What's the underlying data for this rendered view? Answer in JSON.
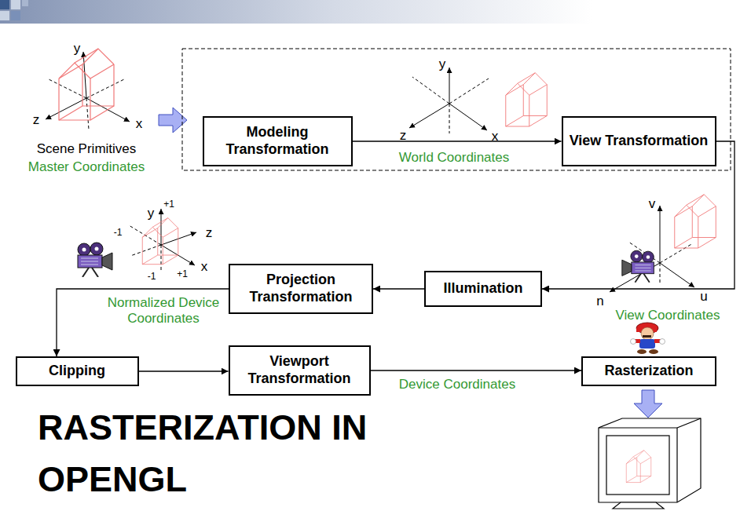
{
  "diagram": {
    "title": "RASTERIZATION IN OPENGL",
    "nodes": [
      {
        "text": [
          "Modeling Transformation"
        ]
      },
      {
        "text": [
          "View Transformation"
        ]
      },
      {
        "text": [
          "Illumination"
        ]
      },
      {
        "text": [
          "Projection Transformation"
        ]
      },
      {
        "text": [
          "Clipping"
        ]
      },
      {
        "text": [
          "Viewport Transformation"
        ]
      },
      {
        "text": [
          "Rasterization"
        ]
      }
    ],
    "edges": [
      {
        "from": 0,
        "to": 1,
        "arrow": "to",
        "label": "World Coordinates"
      },
      {
        "from": 1,
        "to": 2,
        "arrow": "to"
      },
      {
        "from": 2,
        "to": 3,
        "arrow": "to"
      },
      {
        "from": 3,
        "to": 4,
        "arrow": "to"
      },
      {
        "from": 4,
        "to": 5,
        "arrow": "to"
      },
      {
        "from": 5,
        "to": 6,
        "arrow": "to",
        "label": "Device Coordinates"
      }
    ],
    "labels": [
      "y",
      "z",
      "x",
      "Scene Primitives",
      "Master Coordinates",
      "y",
      "z",
      "x",
      "v",
      "n",
      "u",
      "View Coordinates",
      "y",
      "+1",
      "-1",
      "z",
      "x",
      "+1",
      "-1",
      "Normalized Device Coordinates"
    ]
  }
}
